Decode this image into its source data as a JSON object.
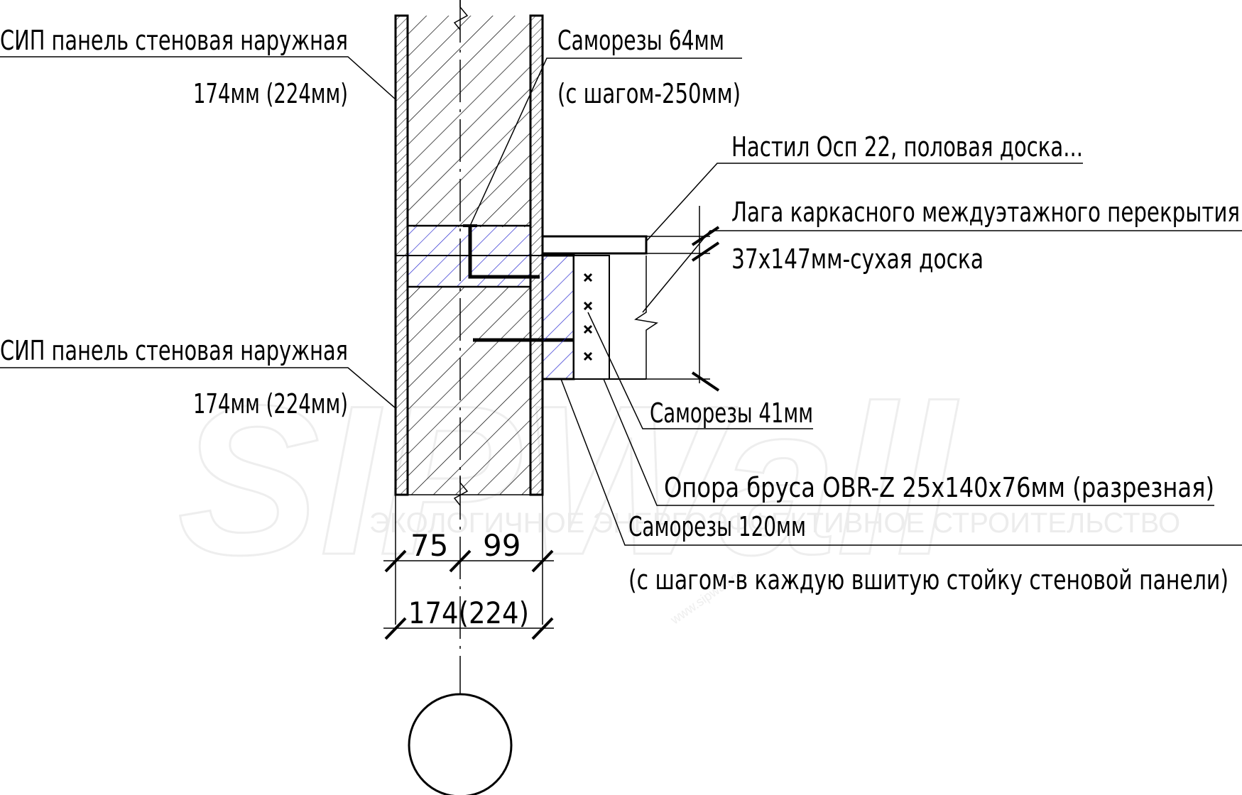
{
  "colors": {
    "line": "#000000",
    "insert_hatch": "#2a2ad0",
    "watermark": "#eeeeee"
  },
  "labels": {
    "sip_panel_top_line1": "СИП панель стеновая наружная",
    "sip_panel_top_line2": "174мм (224мм)",
    "screws_64_line1": "Саморезы 64мм",
    "screws_64_line2": "(с шагом-250мм)",
    "decking": "Настил Осп 22, половая доска...",
    "joist_line1": "Лага каркасного междуэтажного перекрытия",
    "joist_line2": "37x147мм-сухая доска",
    "sip_panel_bottom_line1": "СИП панель стеновая наружная",
    "sip_panel_bottom_line2": "174мм (224мм)",
    "screws_41": "Саморезы 41мм",
    "hanger": "Опора бруса OBR-Z 25x140x76мм (разрезная)",
    "screws_120_line1": "Саморезы 120мм",
    "screws_120_line2": "(с шагом-в каждую вшитую стойку стеновой панели)"
  },
  "dimensions": {
    "deck_thickness": "22",
    "joist_height": "147",
    "left_part": "75",
    "right_part": "99",
    "total": "174(224)"
  },
  "watermark": {
    "brand": "SIPWall",
    "tagline": "ЭКОЛОГИЧНОЕ ЭНЕРГОЭФФЕКТИВНОЕ СТРОИТЕЛЬСТВО",
    "site": "www.sipwall.ru"
  }
}
